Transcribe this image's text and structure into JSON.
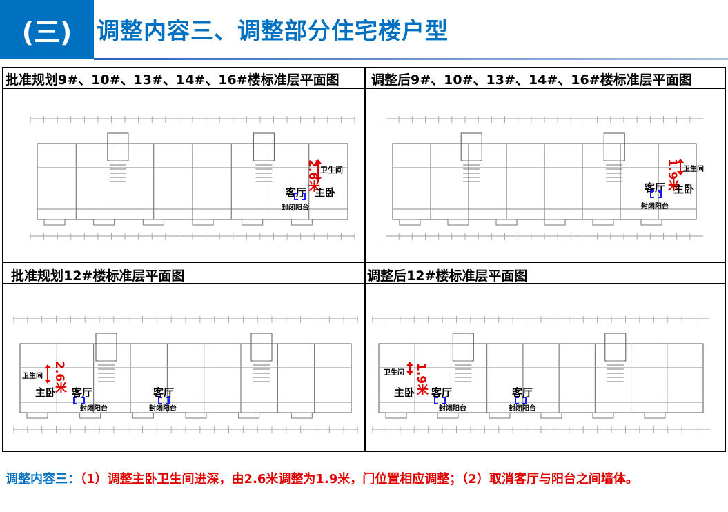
{
  "header": {
    "badge": "(三)",
    "title": "调整内容三、调整部分住宅楼户型"
  },
  "panels": [
    {
      "title": "批准规划9#、10#、13#、14#、16#楼标准层平面图",
      "dim": "2.6米"
    },
    {
      "title": "调整后9#、10#、13#、14#、16#楼标准层平面图",
      "dim": "1.9米"
    },
    {
      "title": "批准规划12#楼标准层平面图",
      "dim": "2.6米"
    },
    {
      "title": "调整后12#楼标准层平面图",
      "dim": "1.9米"
    }
  ],
  "labels": {
    "living": "客厅",
    "master": "主卧",
    "bath": "卫生间",
    "balcony": "封闭阳台"
  },
  "note": {
    "label": "调整内容三：",
    "text": "（1）调整主卧卫生间进深，由2.6米调整为1.9米，门位置相应调整；（2）取消客厅与阳台之间墙体。"
  },
  "colors": {
    "brand": "#0070c0",
    "accent": "#e00000",
    "dash": "#1a1aff"
  }
}
